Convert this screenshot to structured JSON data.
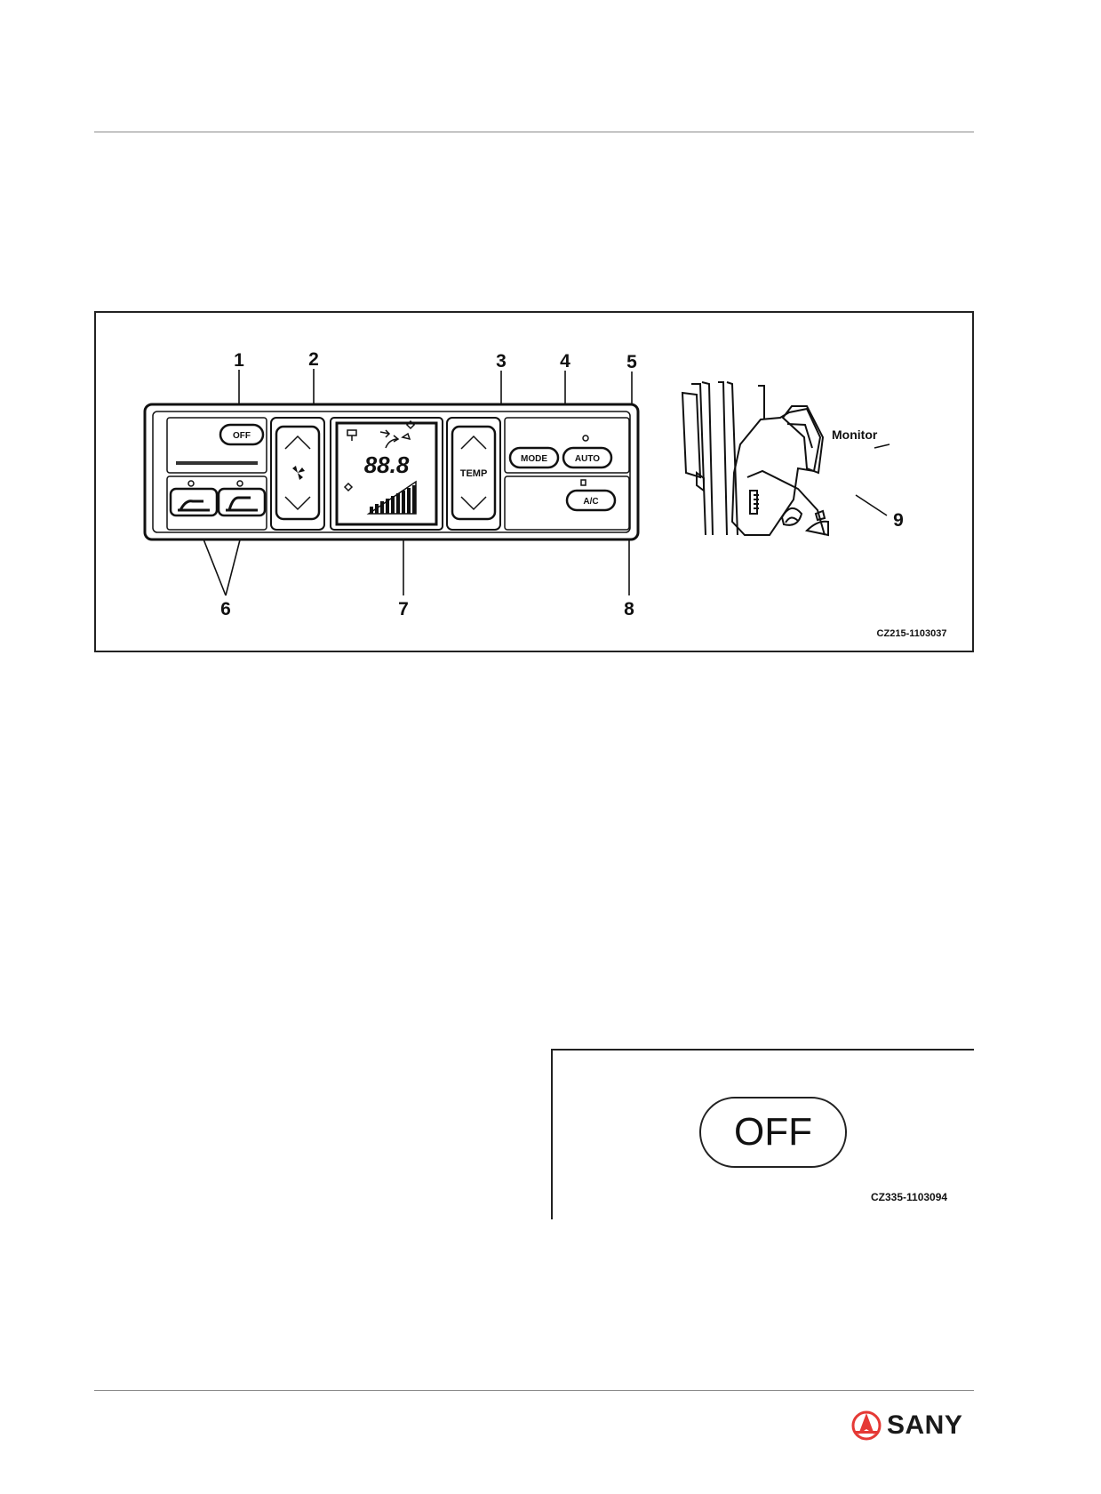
{
  "figure1": {
    "callouts": [
      "1",
      "2",
      "3",
      "4",
      "5",
      "6",
      "7",
      "8",
      "9"
    ],
    "panel": {
      "off_label": "OFF",
      "fan_icon": "fan-icon",
      "display_digits": "88.8",
      "temp_label": "TEMP",
      "mode_label": "MODE",
      "auto_label": "AUTO",
      "ac_label": "A/C"
    },
    "monitor_label": "Monitor",
    "figure_code": "CZ215-1103037"
  },
  "figure2": {
    "off_label": "OFF",
    "figure_code": "CZ335-1103094"
  },
  "footer": {
    "brand": "SANY",
    "brand_color": "#e53935"
  }
}
